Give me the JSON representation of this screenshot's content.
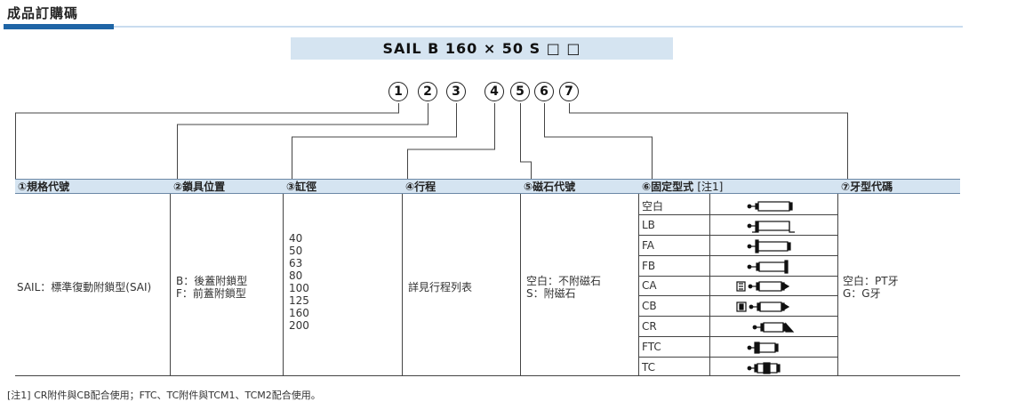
{
  "title": "成品訂購碼",
  "code": "SAIL B 160 × 50 S □ □",
  "numbers": [
    "1",
    "2",
    "3",
    "4",
    "5",
    "6",
    "7"
  ],
  "headers": {
    "spec": "①規格代號",
    "lock": "②鎖具位置",
    "bore": "③缸徑",
    "stroke": "④行程",
    "magnet": "⑤磁石代號",
    "mount": "⑥固定型式",
    "mount_note": "[注1]",
    "thread": "⑦牙型代碼"
  },
  "spec_value": "SAIL：標準復動附鎖型(SAI)",
  "lock_values": [
    "B：後蓋附鎖型",
    "F：前蓋附鎖型"
  ],
  "bores": [
    "40",
    "50",
    "63",
    "80",
    "100",
    "125",
    "160",
    "200"
  ],
  "stroke_value": "詳見行程列表",
  "magnet_values": [
    "空白：不附磁石",
    "S：附磁石"
  ],
  "mount_types": [
    "空白",
    "LB",
    "FA",
    "FB",
    "CA",
    "CB",
    "CR",
    "FTC",
    "TC"
  ],
  "thread_values": [
    "空白：PT牙",
    "G：G牙"
  ],
  "footnote": "[注1] CR附件與CB配合使用；FTC、TC附件與TCM1、TCM2配合使用。",
  "colors": {
    "accent": "#1f65a6",
    "header_bg": "#d5e4f1",
    "line": "#444444"
  }
}
